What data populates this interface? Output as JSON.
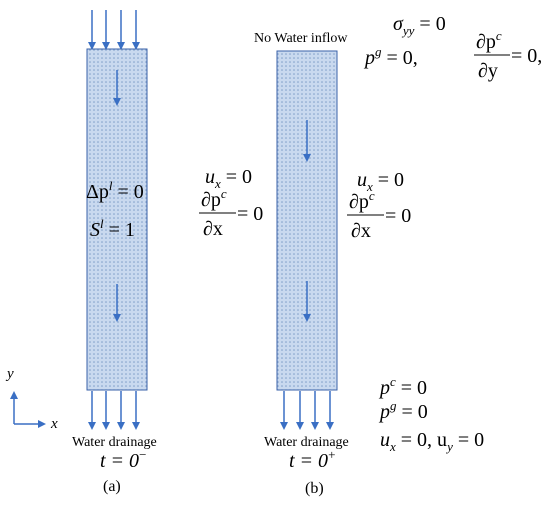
{
  "colors": {
    "column_fill": "#c9d9ef",
    "column_dot": "#7f9fc9",
    "column_border": "#3a62a8",
    "arrow": "#3a6fc4"
  },
  "panel_a": {
    "pressure_label": "Δp",
    "pressure_sup": "l",
    "pressure_value": " = 0",
    "saturation_label": "S",
    "saturation_sup": "l",
    "saturation_value": " = 1",
    "bottom_label": "Water drainage",
    "time_label": "t = 0",
    "time_sup": "−",
    "caption": "(a)",
    "axis_y": "y",
    "axis_x": "x"
  },
  "panel_b": {
    "top_label": "No Water inflow",
    "top_bc_sigma": "σ",
    "top_bc_sigma_sub": "yy",
    "top_bc_sigma_value": " = 0",
    "top_bc_pg": "p",
    "top_bc_pg_sup": "g",
    "top_bc_pg_value": " = 0,",
    "top_bc_dpc_num": "∂p",
    "top_bc_dpc_num_sup": "c",
    "top_bc_dpc_den": "∂y",
    "top_bc_dpc_value": " = 0,",
    "left_bc_u": "u",
    "left_bc_u_sub": "x",
    "left_bc_u_value": " = 0",
    "left_bc_dpc_num": "∂p",
    "left_bc_dpc_num_sup": "c",
    "left_bc_dpc_den": "∂x",
    "left_bc_dpc_value": " = 0",
    "right_bc_u": "u",
    "right_bc_u_sub": "x",
    "right_bc_u_value": " = 0",
    "right_bc_dpc_num": "∂p",
    "right_bc_dpc_num_sup": "c",
    "right_bc_dpc_den": "∂x",
    "right_bc_dpc_value": " = 0",
    "bottom_bc_pc": "p",
    "bottom_bc_pc_sup": "c",
    "bottom_bc_pc_value": " = 0",
    "bottom_bc_pg": "p",
    "bottom_bc_pg_sup": "g",
    "bottom_bc_pg_value": " = 0",
    "bottom_bc_u": "u",
    "bottom_bc_u_sub": "x",
    "bottom_bc_u_mid": " = 0, u",
    "bottom_bc_u_sub2": "y",
    "bottom_bc_u_value": " = 0",
    "bottom_label": "Water drainage",
    "time_label": "t = 0",
    "time_sup": "+",
    "caption": "(b)"
  }
}
